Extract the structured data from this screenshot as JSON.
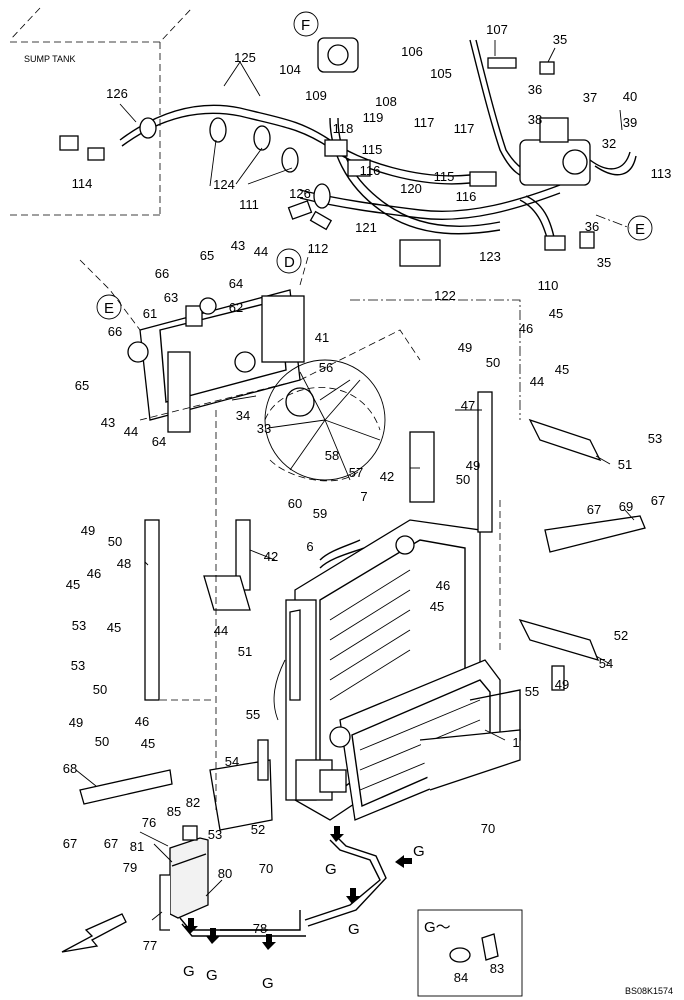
{
  "labels": {
    "sump_tank": "SUMP TANK",
    "code": "BS08K1574",
    "g_legend": "G～"
  },
  "callouts": [
    {
      "t": "107"
    },
    {
      "t": "35"
    },
    {
      "t": "106"
    },
    {
      "t": "105"
    },
    {
      "t": "104"
    },
    {
      "t": "109"
    },
    {
      "t": "108"
    },
    {
      "t": "125"
    },
    {
      "t": "126"
    },
    {
      "t": "36"
    },
    {
      "t": "37"
    },
    {
      "t": "40"
    },
    {
      "t": "38"
    },
    {
      "t": "39"
    },
    {
      "t": "119"
    },
    {
      "t": "118"
    },
    {
      "t": "117"
    },
    {
      "t": "117"
    },
    {
      "t": "115"
    },
    {
      "t": "115"
    },
    {
      "t": "32"
    },
    {
      "t": "113"
    },
    {
      "t": "114"
    },
    {
      "t": "124"
    },
    {
      "t": "116"
    },
    {
      "t": "116"
    },
    {
      "t": "126"
    },
    {
      "t": "120"
    },
    {
      "t": "111"
    },
    {
      "t": "112"
    },
    {
      "t": "121"
    },
    {
      "t": "123"
    },
    {
      "t": "36"
    },
    {
      "t": "35"
    },
    {
      "t": "110"
    },
    {
      "t": "122"
    },
    {
      "t": "43"
    },
    {
      "t": "44"
    },
    {
      "t": "65"
    },
    {
      "t": "66"
    },
    {
      "t": "64"
    },
    {
      "t": "63"
    },
    {
      "t": "62"
    },
    {
      "t": "61"
    },
    {
      "t": "66"
    },
    {
      "t": "41"
    },
    {
      "t": "45"
    },
    {
      "t": "46"
    },
    {
      "t": "49"
    },
    {
      "t": "50"
    },
    {
      "t": "45"
    },
    {
      "t": "44"
    },
    {
      "t": "65"
    },
    {
      "t": "56"
    },
    {
      "t": "47"
    },
    {
      "t": "34"
    },
    {
      "t": "33"
    },
    {
      "t": "43"
    },
    {
      "t": "44"
    },
    {
      "t": "64"
    },
    {
      "t": "53"
    },
    {
      "t": "58"
    },
    {
      "t": "57"
    },
    {
      "t": "42"
    },
    {
      "t": "49"
    },
    {
      "t": "50"
    },
    {
      "t": "51"
    },
    {
      "t": "7"
    },
    {
      "t": "60"
    },
    {
      "t": "59"
    },
    {
      "t": "67"
    },
    {
      "t": "69"
    },
    {
      "t": "67"
    },
    {
      "t": "49"
    },
    {
      "t": "50"
    },
    {
      "t": "6"
    },
    {
      "t": "48"
    },
    {
      "t": "42"
    },
    {
      "t": "46"
    },
    {
      "t": "45"
    },
    {
      "t": "46"
    },
    {
      "t": "45"
    },
    {
      "t": "53"
    },
    {
      "t": "45"
    },
    {
      "t": "44"
    },
    {
      "t": "52"
    },
    {
      "t": "51"
    },
    {
      "t": "53"
    },
    {
      "t": "54"
    },
    {
      "t": "55"
    },
    {
      "t": "49"
    },
    {
      "t": "50"
    },
    {
      "t": "1"
    },
    {
      "t": "49"
    },
    {
      "t": "46"
    },
    {
      "t": "55"
    },
    {
      "t": "50"
    },
    {
      "t": "45"
    },
    {
      "t": "54"
    },
    {
      "t": "68"
    },
    {
      "t": "70"
    },
    {
      "t": "85"
    },
    {
      "t": "82"
    },
    {
      "t": "53"
    },
    {
      "t": "76"
    },
    {
      "t": "52"
    },
    {
      "t": "67"
    },
    {
      "t": "67"
    },
    {
      "t": "81"
    },
    {
      "t": "70"
    },
    {
      "t": "79"
    },
    {
      "t": "80"
    },
    {
      "t": "78"
    },
    {
      "t": "77"
    },
    {
      "t": "84"
    },
    {
      "t": "83"
    }
  ],
  "letters": [
    {
      "t": "F"
    },
    {
      "t": "D"
    },
    {
      "t": "E"
    },
    {
      "t": "E"
    },
    {
      "t": "G"
    },
    {
      "t": "G"
    },
    {
      "t": "G"
    },
    {
      "t": "G"
    },
    {
      "t": "G"
    },
    {
      "t": "G"
    }
  ]
}
